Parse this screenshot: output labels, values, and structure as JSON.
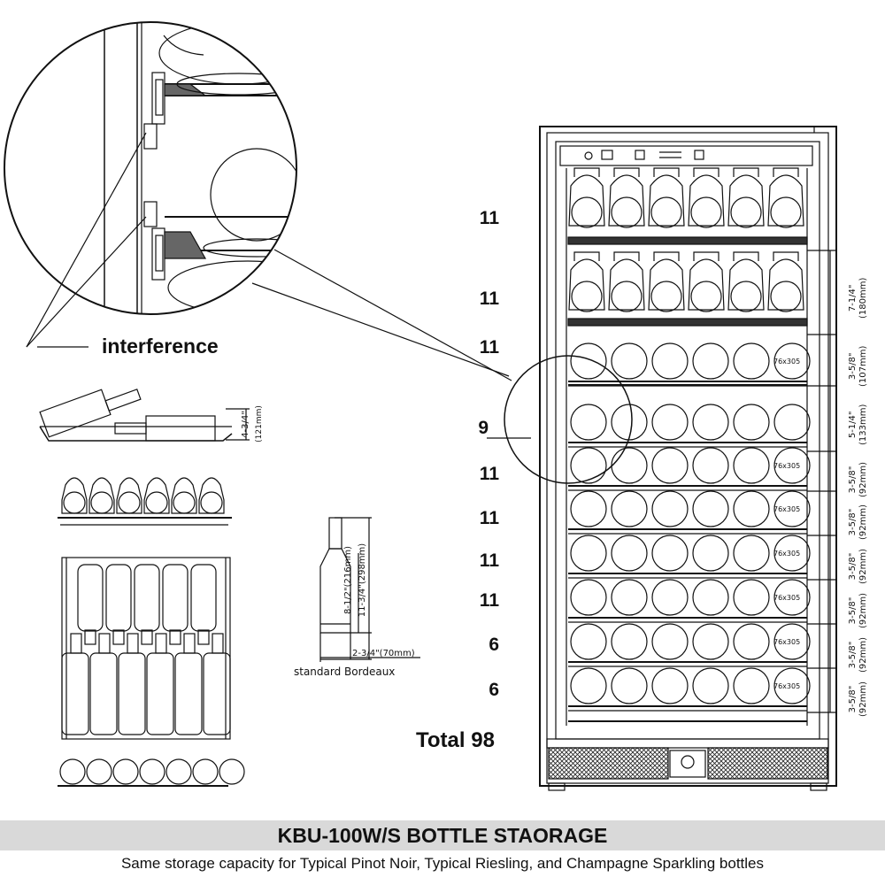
{
  "labels": {
    "interference": "interference",
    "total": "Total 98",
    "bordeaux_caption": "standard Bordeaux",
    "bottle_tag": "76x305"
  },
  "shelf_counts": [
    "11",
    "11",
    "11",
    "9",
    "11",
    "11",
    "11",
    "11",
    "6",
    "6"
  ],
  "dimensions_right": [
    {
      "imperial": "7-1/4\"",
      "metric": "(180mm)"
    },
    {
      "imperial": "3-5/8\"",
      "metric": "(107mm)"
    },
    {
      "imperial": "5-1/4\"",
      "metric": "(133mm)"
    },
    {
      "imperial": "3-5/8\"",
      "metric": "(92mm)"
    },
    {
      "imperial": "3-5/8\"",
      "metric": "(92mm)"
    },
    {
      "imperial": "3-5/8\"",
      "metric": "(92mm)"
    },
    {
      "imperial": "3-5/8\"",
      "metric": "(92mm)"
    },
    {
      "imperial": "3-5/8\"",
      "metric": "(92mm)"
    },
    {
      "imperial": "3-5/8\"",
      "metric": "(92mm)"
    }
  ],
  "bottle_dims": {
    "height_a": "8-1/2\"(216mm)",
    "height_b": "11-3/4\"(298mm)",
    "width": "2-3/4\"(70mm)"
  },
  "tilt_dim": {
    "imperial": "4-3/4\"",
    "metric": "(121mm)"
  },
  "footer": {
    "title": "KBU-100W/S BOTTLE STAORAGE",
    "subtitle": "Same storage capacity for Typical Pinot Noir, Typical Riesling, and Champagne Sparkling bottles"
  }
}
